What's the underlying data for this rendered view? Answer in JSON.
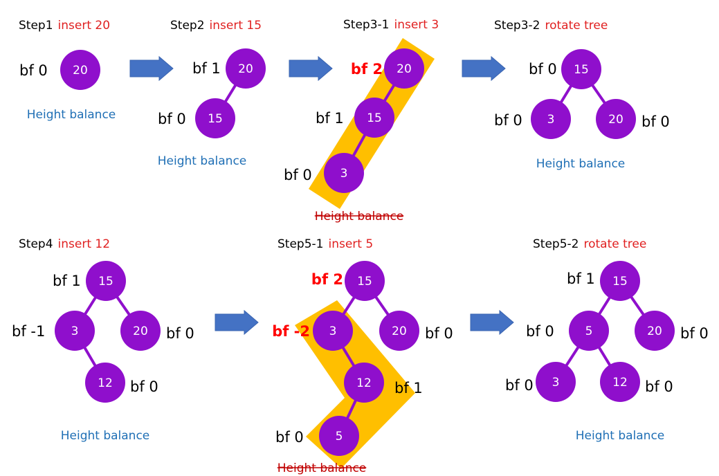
{
  "colors": {
    "node_fill": "#8f0fcc",
    "edge": "#8f0fcc",
    "highlight": "#ffbf00",
    "arrow": "#4472c4",
    "alert": "#ff0000",
    "balanced_text": "#1f6fb5",
    "broken_text": "#c00000"
  },
  "steps": [
    {
      "id": "step1",
      "label": "Step1",
      "action": "insert 20",
      "status": "Height balance",
      "balanced": true
    },
    {
      "id": "step2",
      "label": "Step2",
      "action": "insert 15",
      "status": "Height balance",
      "balanced": true
    },
    {
      "id": "step3-1",
      "label": "Step3-1",
      "action": "insert 3",
      "status": "Height balance",
      "balanced": false
    },
    {
      "id": "step3-2",
      "label": "Step3-2",
      "action": "rotate tree",
      "status": "Height balance",
      "balanced": true
    },
    {
      "id": "step4",
      "label": "Step4",
      "action": "insert 12",
      "status": "Height balance",
      "balanced": true
    },
    {
      "id": "step5-1",
      "label": "Step5-1",
      "action": "insert 5",
      "status": "Height balance",
      "balanced": false
    },
    {
      "id": "step5-2",
      "label": "Step5-2",
      "action": "rotate tree",
      "status": "Height balance",
      "balanced": true
    }
  ],
  "nodes": [
    {
      "step": "step1",
      "value": "20",
      "bf": "bf 0",
      "alert": false
    },
    {
      "step": "step2",
      "value": "20",
      "bf": "bf 1",
      "alert": false
    },
    {
      "step": "step2",
      "value": "15",
      "bf": "bf 0",
      "alert": false
    },
    {
      "step": "step3-1",
      "value": "20",
      "bf": "bf 2",
      "alert": true
    },
    {
      "step": "step3-1",
      "value": "15",
      "bf": "bf 1",
      "alert": false
    },
    {
      "step": "step3-1",
      "value": "3",
      "bf": "bf 0",
      "alert": false
    },
    {
      "step": "step3-2",
      "value": "15",
      "bf": "bf 0",
      "alert": false
    },
    {
      "step": "step3-2",
      "value": "3",
      "bf": "bf 0",
      "alert": false
    },
    {
      "step": "step3-2",
      "value": "20",
      "bf": "bf 0",
      "alert": false
    },
    {
      "step": "step4",
      "value": "15",
      "bf": "bf 1",
      "alert": false
    },
    {
      "step": "step4",
      "value": "3",
      "bf": "bf -1",
      "alert": false
    },
    {
      "step": "step4",
      "value": "20",
      "bf": "bf 0",
      "alert": false
    },
    {
      "step": "step4",
      "value": "12",
      "bf": "bf 0",
      "alert": false
    },
    {
      "step": "step5-1",
      "value": "15",
      "bf": "bf 2",
      "alert": true
    },
    {
      "step": "step5-1",
      "value": "3",
      "bf": "bf -2",
      "alert": true
    },
    {
      "step": "step5-1",
      "value": "20",
      "bf": "bf 0",
      "alert": false
    },
    {
      "step": "step5-1",
      "value": "12",
      "bf": "bf 1",
      "alert": false
    },
    {
      "step": "step5-1",
      "value": "5",
      "bf": "bf 0",
      "alert": false
    },
    {
      "step": "step5-2",
      "value": "15",
      "bf": "bf 1",
      "alert": false
    },
    {
      "step": "step5-2",
      "value": "5",
      "bf": "bf 0",
      "alert": false
    },
    {
      "step": "step5-2",
      "value": "20",
      "bf": "bf 0",
      "alert": false
    },
    {
      "step": "step5-2",
      "value": "3",
      "bf": "bf 0",
      "alert": false
    },
    {
      "step": "step5-2",
      "value": "12",
      "bf": "bf 0",
      "alert": false
    }
  ],
  "edges": [
    {
      "step": "step2",
      "from": 1,
      "to": 2
    },
    {
      "step": "step3-1",
      "from": 3,
      "to": 4
    },
    {
      "step": "step3-1",
      "from": 4,
      "to": 5
    },
    {
      "step": "step3-2",
      "from": 6,
      "to": 7
    },
    {
      "step": "step3-2",
      "from": 6,
      "to": 8
    },
    {
      "step": "step4",
      "from": 9,
      "to": 10
    },
    {
      "step": "step4",
      "from": 9,
      "to": 11
    },
    {
      "step": "step4",
      "from": 10,
      "to": 12
    },
    {
      "step": "step5-1",
      "from": 13,
      "to": 14
    },
    {
      "step": "step5-1",
      "from": 13,
      "to": 15
    },
    {
      "step": "step5-1",
      "from": 14,
      "to": 16
    },
    {
      "step": "step5-1",
      "from": 16,
      "to": 17
    },
    {
      "step": "step5-2",
      "from": 18,
      "to": 19
    },
    {
      "step": "step5-2",
      "from": 18,
      "to": 20
    },
    {
      "step": "step5-2",
      "from": 19,
      "to": 21
    },
    {
      "step": "step5-2",
      "from": 19,
      "to": 22
    }
  ]
}
